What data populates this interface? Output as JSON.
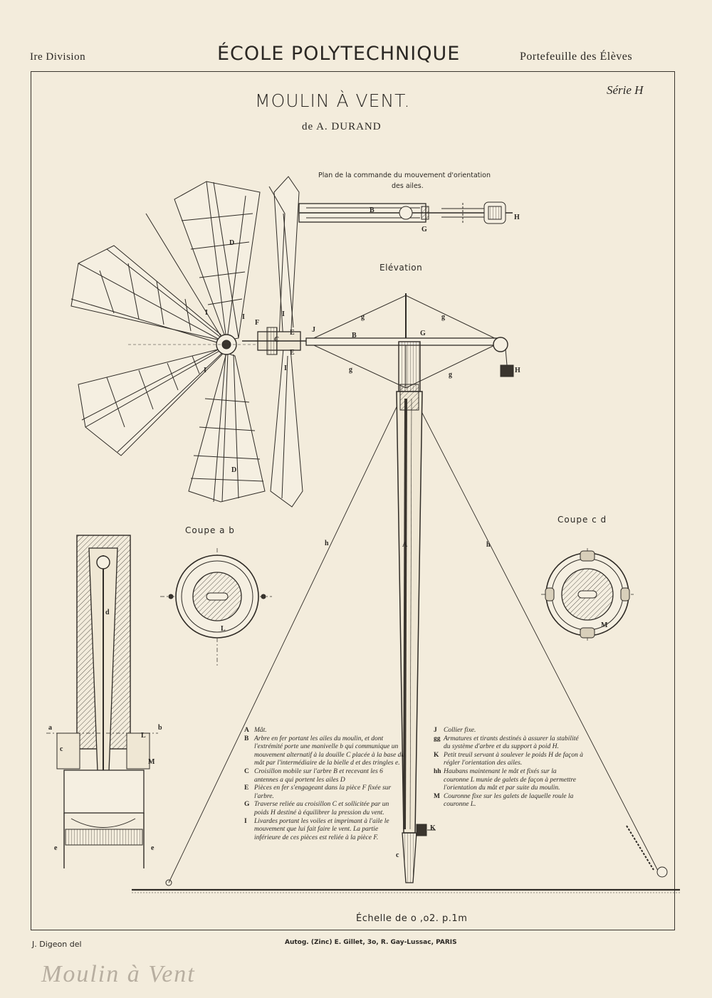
{
  "header": {
    "division": "Ire Division",
    "school": "ÉCOLE POLYTECHNIQUE",
    "portfolio": "Portefeuille des Élèves"
  },
  "plate": {
    "title": "MOULIN À VENT.",
    "author": "de A. DURAND",
    "series": "Série H"
  },
  "views": {
    "plan_caption_1": "Plan de la commande du mouvement d'orientation",
    "plan_caption_2": "des ailes.",
    "elevation": "Elévation",
    "coupe_ab": "Coupe a b",
    "coupe_cd": "Coupe c d"
  },
  "labels": {
    "A": "A",
    "B": "B",
    "C": "C",
    "D": "D",
    "E": "E",
    "F": "F",
    "G": "G",
    "H": "H",
    "I": "I",
    "J": "J",
    "K": "K",
    "L": "L",
    "M": "M",
    "a": "a",
    "b": "b",
    "c": "c",
    "d": "d",
    "e": "e",
    "g": "g",
    "h": "h"
  },
  "legend_left": [
    {
      "key": "A",
      "text": "Mât."
    },
    {
      "key": "B",
      "text": "Arbre en fer portant les ailes du moulin, et dont l'extrémité porte une manivelle b qui communique un mouvement alternatif à la douille C placée à la base du mât par l'intermédiaire de la bielle d et des tringles e."
    },
    {
      "key": "C",
      "text": "Croisillon mobile sur l'arbre B et recevant les 6 antennes a qui portent les ailes D"
    },
    {
      "key": "E",
      "text": "Pièces en fer s'engageant dans la pièce F fixée sur l'arbre."
    },
    {
      "key": "G",
      "text": "Traverse reliée au croisillon C et sollicitée par un poids H destiné à équilibrer la pression du vent."
    },
    {
      "key": "I",
      "text": "Livardes portant les voiles et imprimant à l'aile le mouvement que lui fait faire le vent. La partie inférieure de ces pièces est reliée à la pièce F."
    }
  ],
  "legend_right": [
    {
      "key": "J",
      "text": "Collier fixe."
    },
    {
      "key": "gg",
      "text": "Armatures et tirants destinés à assurer la stabilité du système d'arbre et du support à poid H."
    },
    {
      "key": "K",
      "text": "Petit treuil servant à soulever le poids H de façon à régler l'orientation des ailes."
    },
    {
      "key": "hh",
      "text": "Haubans maintenant le mât et fixés sur la couronne L munie de galets de façon à permettre l'orientation du mât et par suite du moulin."
    },
    {
      "key": "M",
      "text": "Couronne fixe sur les galets de laquelle roule la couronne L."
    }
  ],
  "footer": {
    "scale": "Échelle de o ,o2. p.1m",
    "draftsman": "J. Digeon del",
    "printer": "Autog. (Zinc) E. Gillet, 3o, R. Gay-Lussac, PARIS",
    "handwritten": "Moulin à Vent"
  }
}
